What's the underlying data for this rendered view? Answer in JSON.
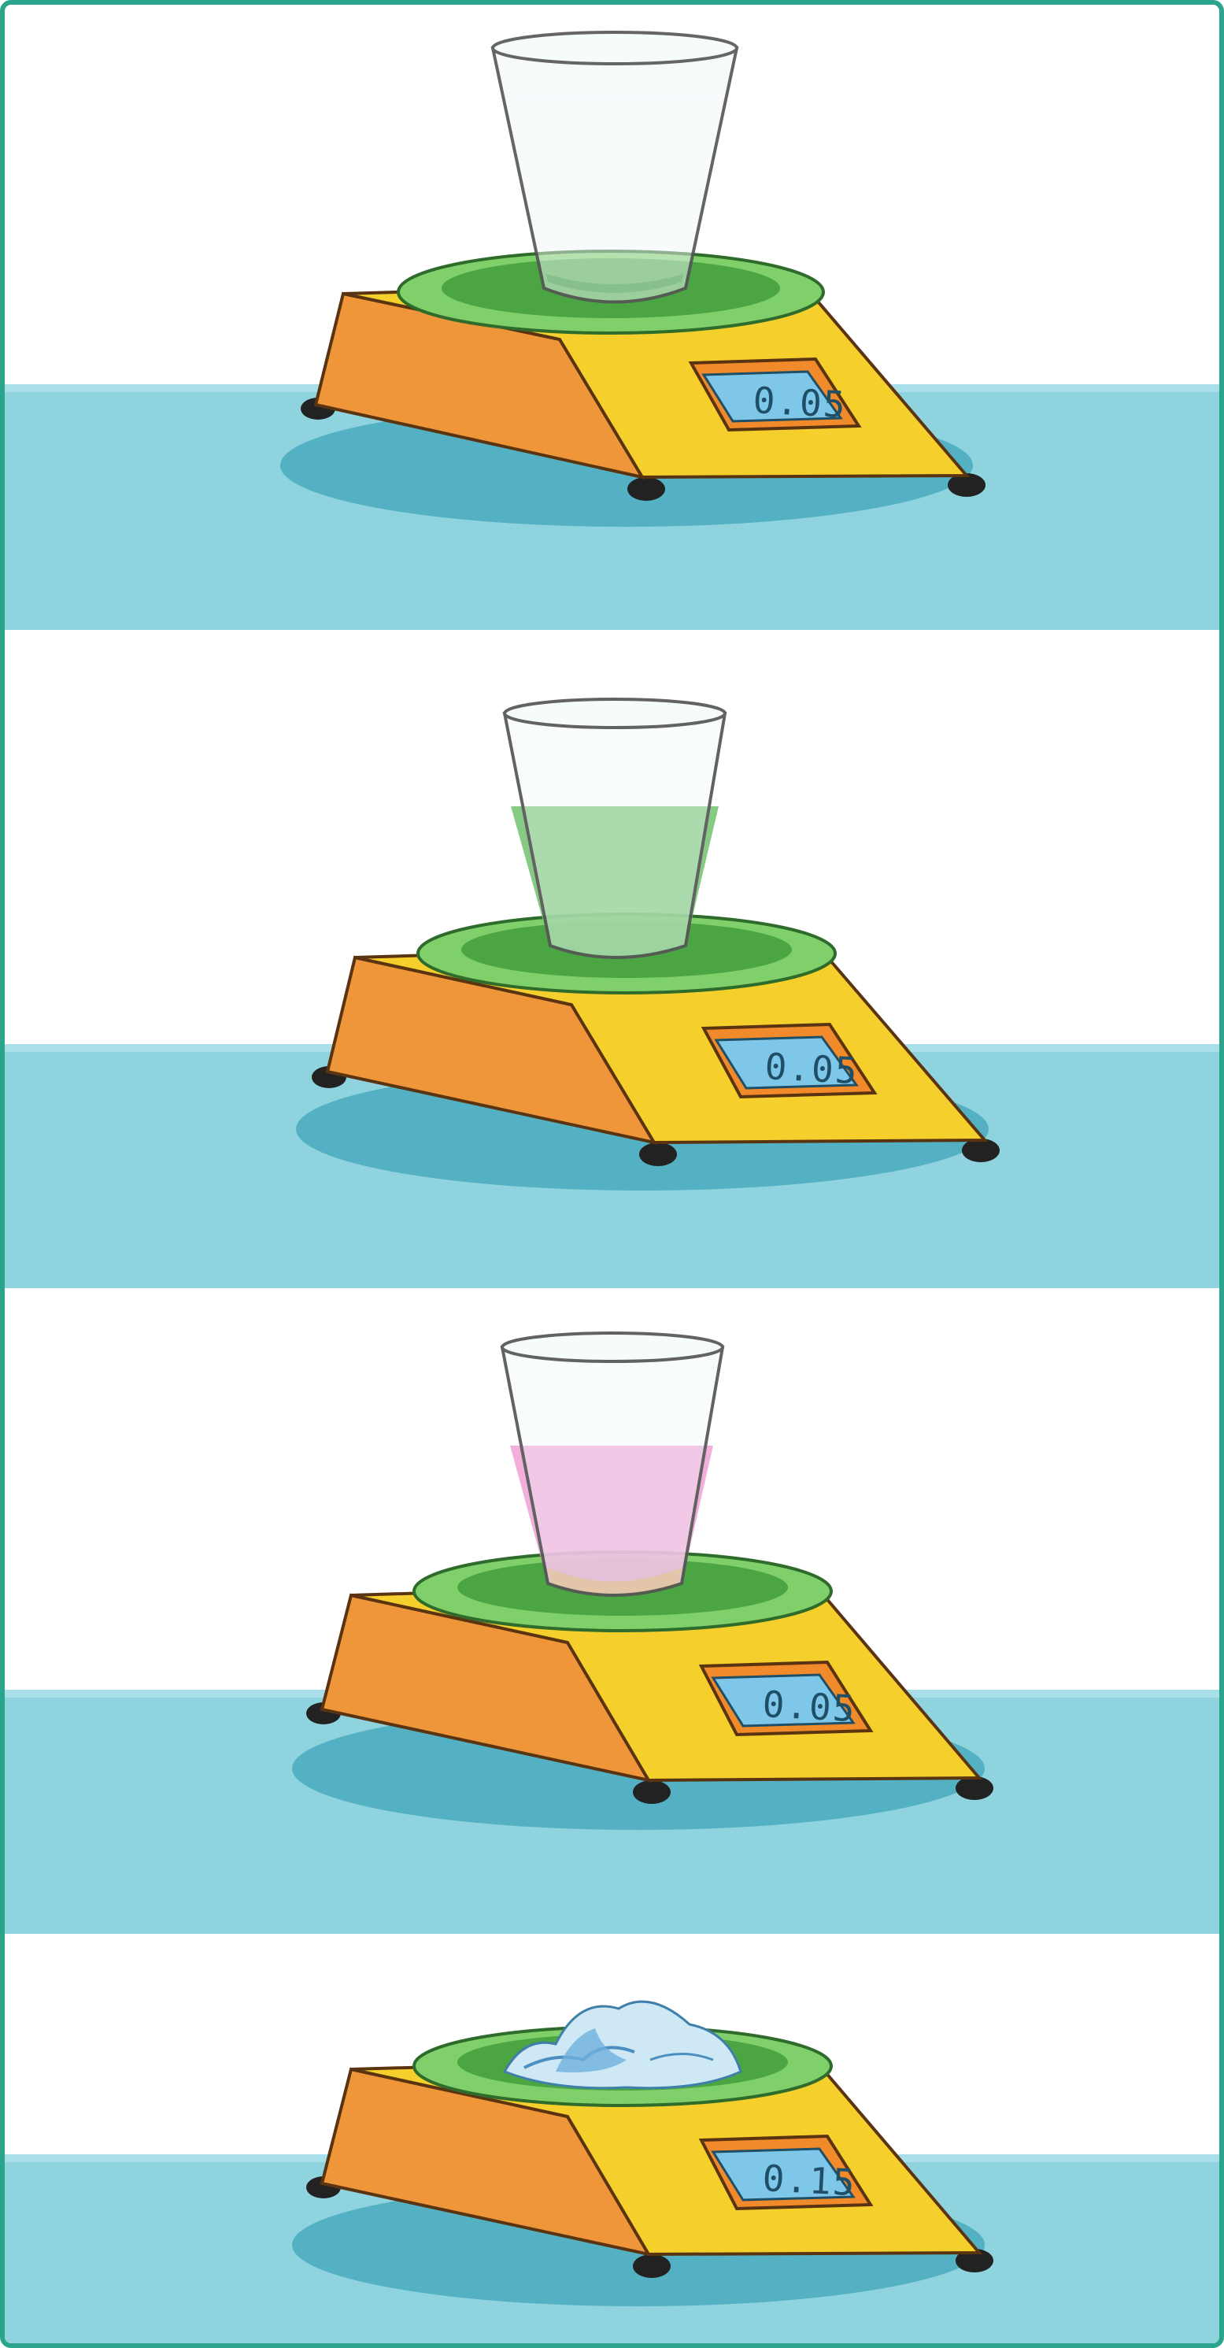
{
  "colors": {
    "frame": "#2aa58c",
    "floor": "#8fd3df",
    "scale_body": "#f5cf2b",
    "scale_side": "#f0963a",
    "tray": "#5cbd52",
    "display": "#7fc7e8",
    "liquid_green": "#7dc67a",
    "liquid_pink": "#f2a9d8",
    "solid_residue": "#cfe8f5"
  },
  "panels": [
    {
      "display_reading": "0.05",
      "cup": "empty"
    },
    {
      "display_reading": "0.05",
      "cup": "green-liquid"
    },
    {
      "display_reading": "0.05",
      "cup": "pink-liquid"
    },
    {
      "display_reading": "0.15",
      "cup": "none-solid-residue"
    }
  ]
}
